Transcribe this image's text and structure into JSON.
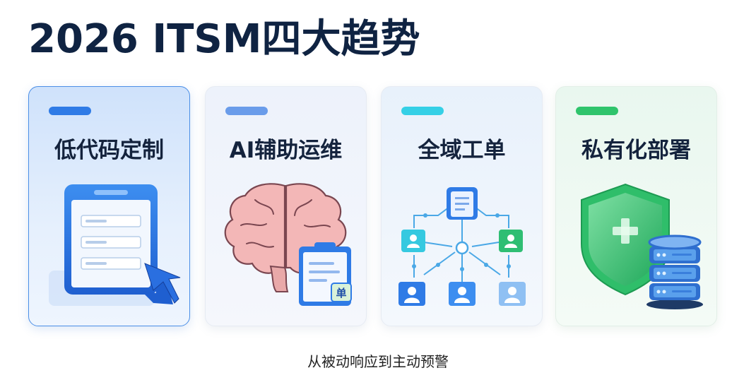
{
  "title": "2026 ITSM四大趋势",
  "cards": [
    {
      "title": "低代码定制",
      "accent": "#2f7be6",
      "icon": "low-code-form-icon",
      "selected": true
    },
    {
      "title": "AI辅助运维",
      "accent": "#5b8fe8",
      "icon": "ai-brain-icon",
      "badge": "单"
    },
    {
      "title": "全域工单",
      "accent": "#35d0e6",
      "icon": "ticket-network-icon"
    },
    {
      "title": "私有化部署",
      "accent": "#2fc46c",
      "icon": "shield-server-icon"
    }
  ],
  "footer": "从被动响应到主动预警"
}
